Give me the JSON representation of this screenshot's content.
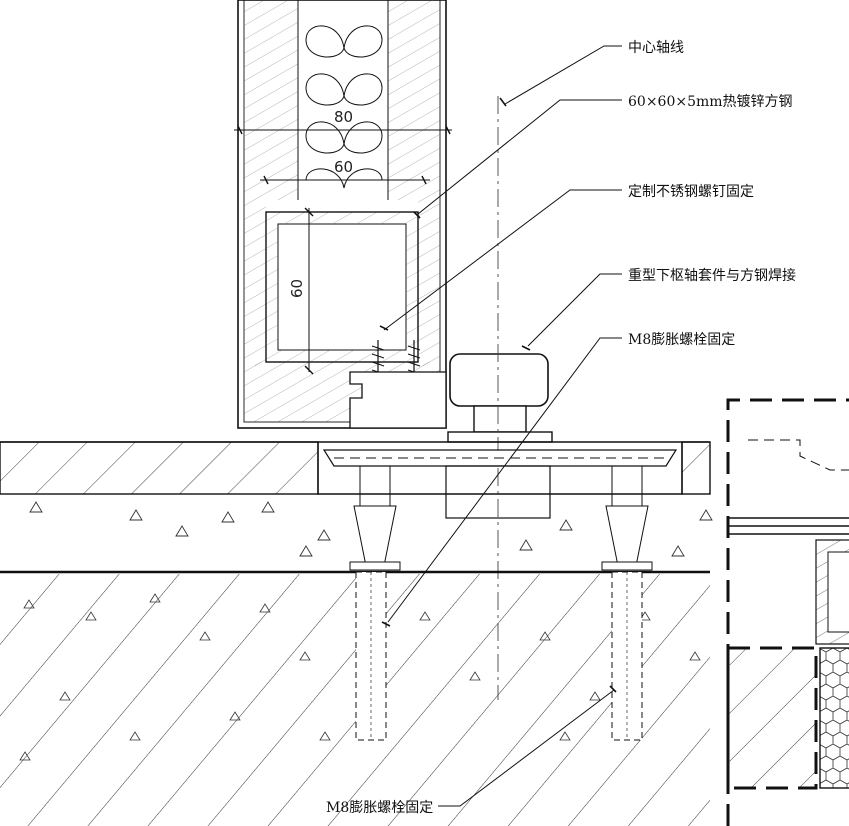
{
  "annotations": {
    "center_axis": "中心轴线",
    "steel_tube": "60×60×5mm热镀锌方钢",
    "screw_fix": "定制不锈钢螺钉固定",
    "pivot_weld": "重型下枢轴套件与方钢焊接",
    "m8_bolt_top": "M8膨胀螺栓固定",
    "m8_bolt_bottom": "M8膨胀螺栓固定"
  },
  "dimensions": {
    "d80": "80",
    "d60_top": "60",
    "d60_side": "60"
  },
  "colors": {
    "line": "#111111",
    "hatch": "#444444"
  }
}
